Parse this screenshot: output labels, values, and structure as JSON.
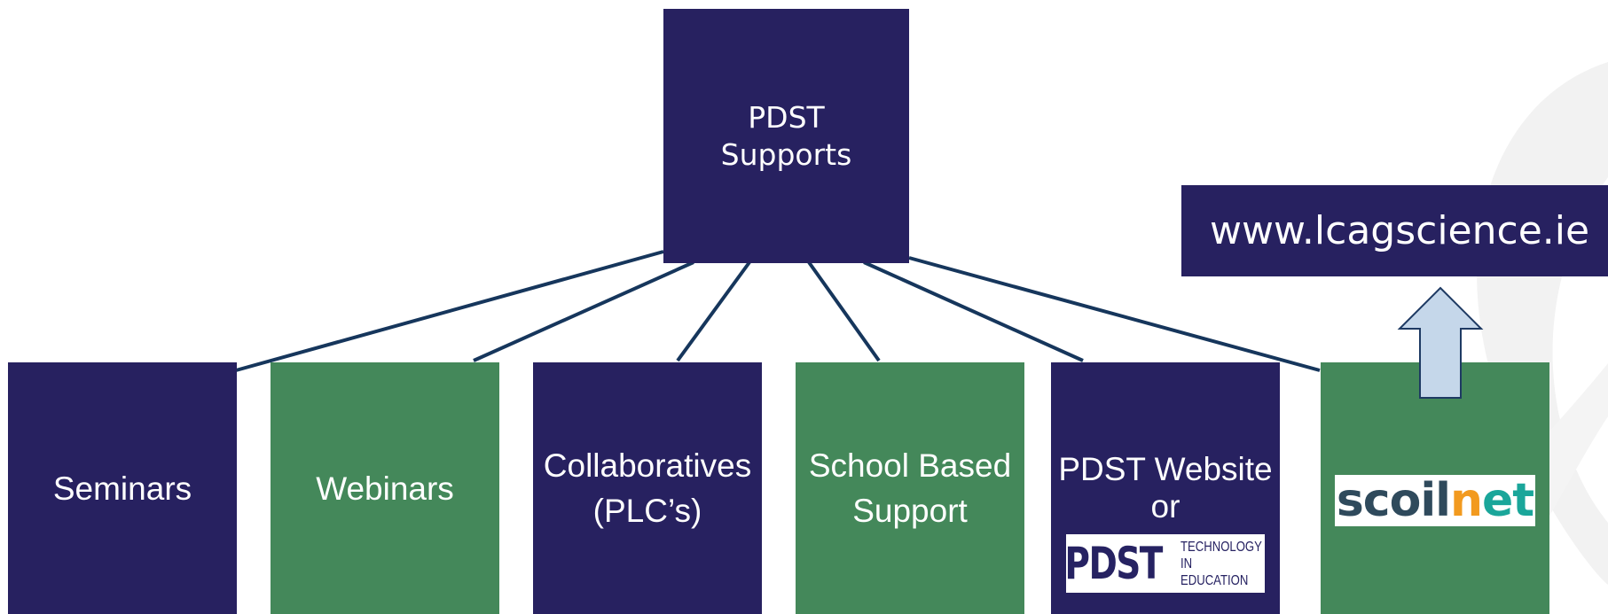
{
  "root": {
    "lines": [
      "PDST",
      "Supports"
    ]
  },
  "url_box": {
    "text": "www.lcagscience.ie"
  },
  "children": [
    {
      "lines": [
        "Seminars"
      ]
    },
    {
      "lines": [
        "Webinars"
      ]
    },
    {
      "lines": [
        "Collaboratives",
        "(PLC’s)"
      ]
    },
    {
      "lines": [
        "School Based",
        "Support"
      ]
    },
    {
      "lines": [
        "PDST Website",
        "or"
      ]
    }
  ],
  "logos": {
    "pdst": {
      "word": "PDST",
      "tag": [
        "TECHNOLOGY",
        "IN EDUCATION"
      ]
    },
    "scoilnet": {
      "part1": "scoil",
      "part2": "n",
      "part3": "et"
    }
  },
  "colors": {
    "navy": "#272160",
    "green": "#44885a",
    "connector": "#16365c",
    "arrow_fill": "#c5d7ea",
    "arrow_stroke": "#1e3a63"
  }
}
